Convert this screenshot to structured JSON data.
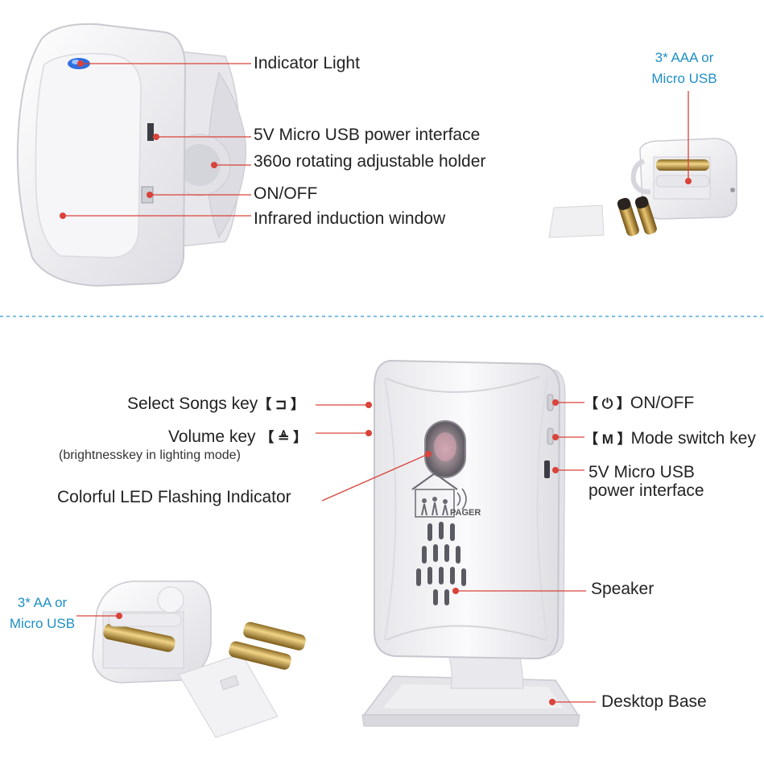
{
  "colors": {
    "accent_blue": "#1f8fc6",
    "callout_red": "#d9433a",
    "divider": "#4fa8d8",
    "device_white": "#f3f3f6"
  },
  "top_sensor": {
    "labels": {
      "indicator_light": "Indicator Light",
      "usb_power": "5V Micro USB power interface",
      "holder": "360o rotating adjustable holder",
      "on_off": "ON/OFF",
      "infrared_window": "Infrared induction window"
    },
    "battery_note": {
      "line1": "3* AAA or",
      "line2": "Micro USB"
    }
  },
  "receiver": {
    "left_labels": {
      "select_songs": "Select Songs key",
      "select_songs_key": "【 ⊐ 】",
      "volume": "Volume key",
      "volume_key": "【 ≜ 】",
      "volume_note": "(brightnesskey in lighting mode)",
      "led": "Colorful LED Flashing Indicator"
    },
    "right_labels": {
      "on_off_key": "【 ⏻ 】",
      "on_off": "ON/OFF",
      "mode_key": "【 M 】",
      "mode": "Mode switch key",
      "usb_line1": "5V Micro USB",
      "usb_line2": "power interface",
      "speaker": "Speaker",
      "base": "Desktop Base"
    },
    "pager_logo_text": "PAGER",
    "battery_note": {
      "line1": "3* AA or",
      "line2": "Micro USB"
    }
  }
}
